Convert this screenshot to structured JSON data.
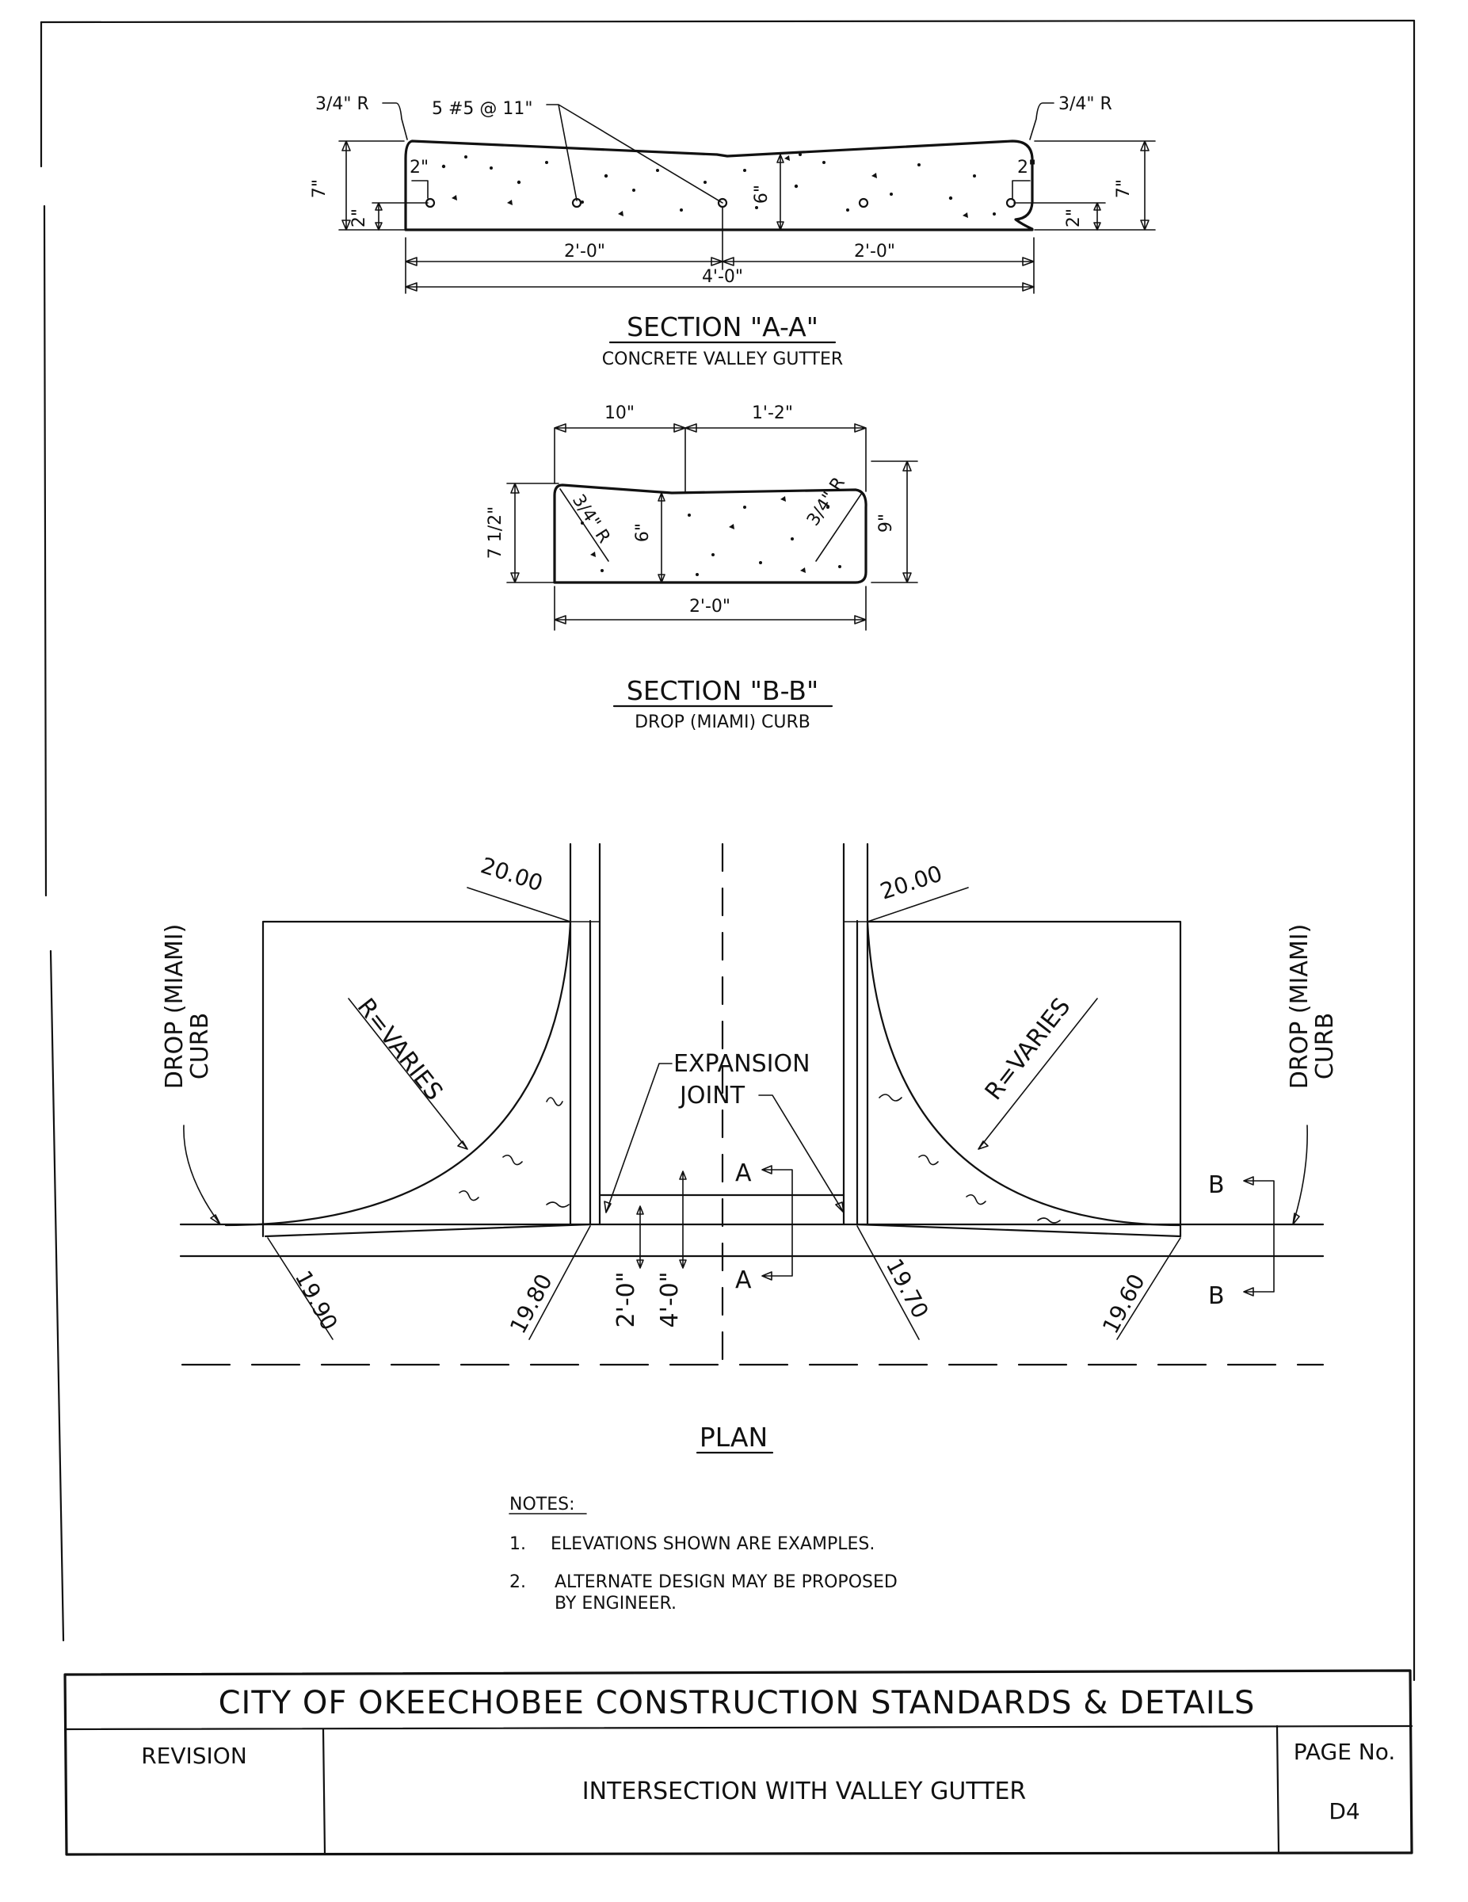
{
  "section_a": {
    "title": "SECTION \"A-A\"",
    "subtitle": "CONCRETE VALLEY GUTTER",
    "radius_left": "3/4\" R",
    "radius_right": "3/4\" R",
    "rebar": "5 #5 @ 11\"",
    "depth_left": "7\"",
    "depth_right": "7\"",
    "cover_top_left": "2\"",
    "cover_top_right": "2\"",
    "cover_bottom_left": "2\"",
    "cover_bottom_right": "2\"",
    "center_depth": "6\"",
    "half_width_left": "2'-0\"",
    "half_width_right": "2'-0\"",
    "total_width": "4'-0\""
  },
  "section_b": {
    "title": "SECTION \"B-B\"",
    "subtitle": "DROP (MIAMI) CURB",
    "top_left": "10\"",
    "top_right": "1'-2\"",
    "height_left": "7 1/2\"",
    "height_right": "9\"",
    "center_depth": "6\"",
    "radius_left": "3/4\" R",
    "radius_right": "3/4\" R",
    "bottom_width": "2'-0\""
  },
  "plan": {
    "title": "PLAN",
    "elev_top_left": "20.00",
    "elev_top_right": "20.00",
    "curb_left_1": "DROP (MIAMI)",
    "curb_left_2": "CURB",
    "curb_right_1": "DROP (MIAMI)",
    "curb_right_2": "CURB",
    "radius_left": "R=VARIES",
    "radius_right": "R=VARIES",
    "joint_1": "EXPANSION",
    "joint_2": "JOINT",
    "cut_a_top": "A",
    "cut_a_bottom": "A",
    "cut_b_top": "B",
    "cut_b_bottom": "B",
    "dim_2ft": "2'-0\"",
    "dim_4ft": "4'-0\"",
    "elev_1": "19.90",
    "elev_2": "19.80",
    "elev_3": "19.70",
    "elev_4": "19.60"
  },
  "notes": {
    "heading": "NOTES:",
    "items": [
      {
        "num": "1.",
        "line1": "ELEVATIONS SHOWN ARE EXAMPLES.",
        "line2": ""
      },
      {
        "num": "2.",
        "line1": "ALTERNATE DESIGN MAY BE PROPOSED",
        "line2": "BY ENGINEER."
      }
    ]
  },
  "title_block": {
    "agency": "CITY OF OKEECHOBEE CONSTRUCTION STANDARDS & DETAILS",
    "revision_label": "REVISION",
    "drawing_title": "INTERSECTION WITH VALLEY GUTTER",
    "page_label": "PAGE No.",
    "page_number": "D4"
  }
}
